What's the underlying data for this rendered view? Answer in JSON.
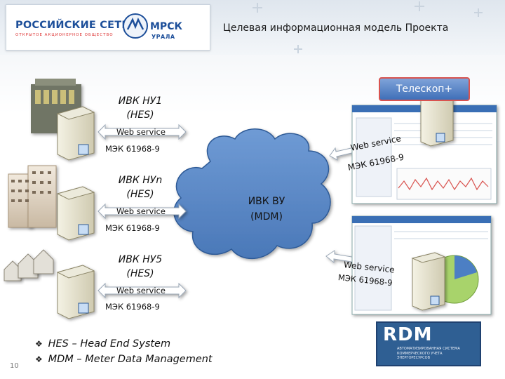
{
  "header": {
    "org_name": "РОССИЙСКИЕ СЕТИ",
    "org_tagline": "ОТКРЫТОЕ АКЦИОНЕРНОЕ ОБЩЕСТВО",
    "company_logo": "МРСК",
    "company_sub": "УРАЛА",
    "title": "Целевая информационная модель Проекта"
  },
  "telescope_button": "Телескоп+",
  "nodes": [
    {
      "name": "ИВК НУ1",
      "type": "(HES)",
      "service": "Web service",
      "standard": "МЭК 61968-9"
    },
    {
      "name": "ИВК НУn",
      "type": "(HES)",
      "service": "Web service",
      "standard": "МЭК 61968-9"
    },
    {
      "name": "ИВК НУ5",
      "type": "(HES)",
      "service": "Web service",
      "standard": "МЭК 61968-9"
    }
  ],
  "cloud": {
    "name": "ИВК ВУ",
    "type": "(MDM)"
  },
  "right_links": [
    {
      "service": "Web service",
      "standard": "МЭК 61968-9"
    },
    {
      "service": "Web service",
      "standard": "МЭК 61968-9"
    }
  ],
  "legend": [
    "HES – Head End System",
    "MDM – Meter Data Management"
  ],
  "rdm": {
    "logo": "RDM",
    "description": "АВТОМАТИЗИРОВАННАЯ СИСТЕМА КОММЕРЧЕСКОГО УЧЕТА ЭНЕРГОРЕСУРСОВ"
  },
  "page_number": "10",
  "colors": {
    "cloud": "#5b8bc9",
    "arrow": "#ffffff",
    "accent": "#1d4f9a",
    "button_border": "#d9534f"
  }
}
